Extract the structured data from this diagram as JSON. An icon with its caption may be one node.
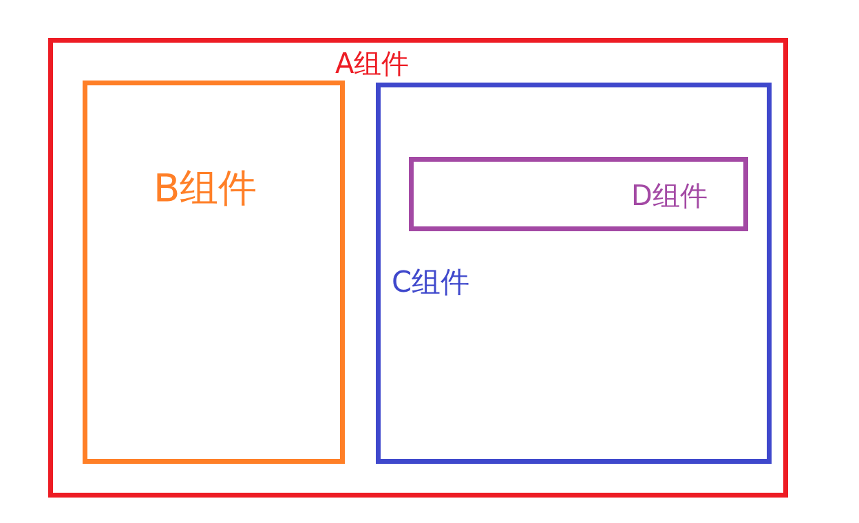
{
  "diagram": {
    "nodes": [
      {
        "text": [
          "A组件"
        ]
      },
      {
        "text": [
          "B组件"
        ],
        "in": 0
      },
      {
        "text": [
          "C组件"
        ],
        "in": 0
      },
      {
        "text": [
          "D组件"
        ],
        "in": 2
      }
    ]
  }
}
